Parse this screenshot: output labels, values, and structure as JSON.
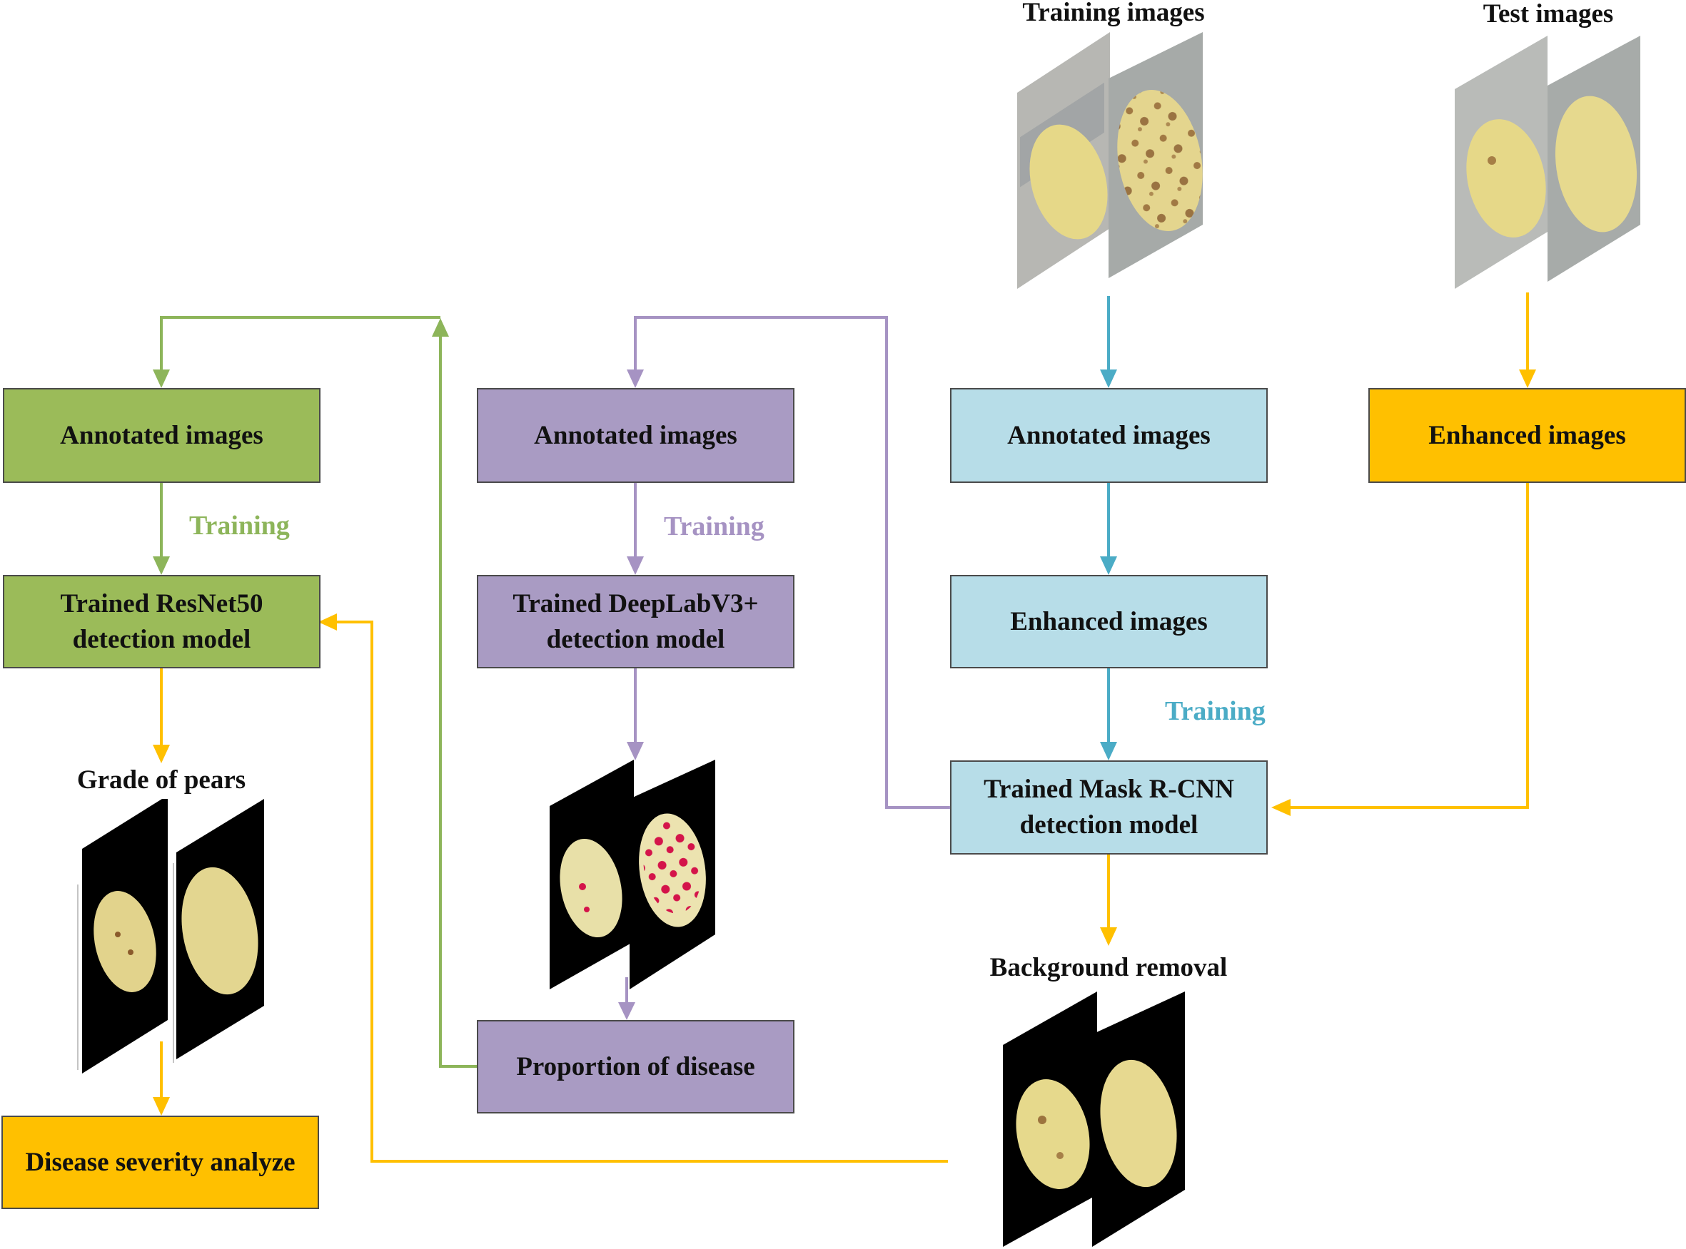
{
  "colors": {
    "green": "#8db55a",
    "purple": "#a693c3",
    "blue": "#4bacc6",
    "orange": "#ffc000",
    "green_box": "#9bbb59",
    "purple_box": "#a99bc3",
    "blue_box": "#b7dde8",
    "orange_box": "#ffc000"
  },
  "inputs": {
    "training_images": "Training images",
    "test_images": "Test images"
  },
  "blue_branch": {
    "annotated": "Annotated images",
    "enhanced": "Enhanced images",
    "training": "Training",
    "model": "Trained Mask R-CNN\ndetection model"
  },
  "orange_branch": {
    "enhanced": "Enhanced images"
  },
  "purple_branch": {
    "annotated": "Annotated images",
    "training": "Training",
    "model": "Trained  DeepLabV3+\ndetection model",
    "proportion": "Proportion of disease"
  },
  "green_branch": {
    "annotated": "Annotated images",
    "training": "Training",
    "model": "Trained ResNet50\ndetection model"
  },
  "outputs": {
    "grade": "Grade of pears",
    "background_removal": "Background removal",
    "severity": "Disease severity analyze"
  },
  "images": {
    "training": "pear-photos",
    "test": "pear-photos",
    "segmentation": "disease-segmentation-masks",
    "grade": "pear-grade-plots",
    "background_removed": "background-removed-pears"
  }
}
